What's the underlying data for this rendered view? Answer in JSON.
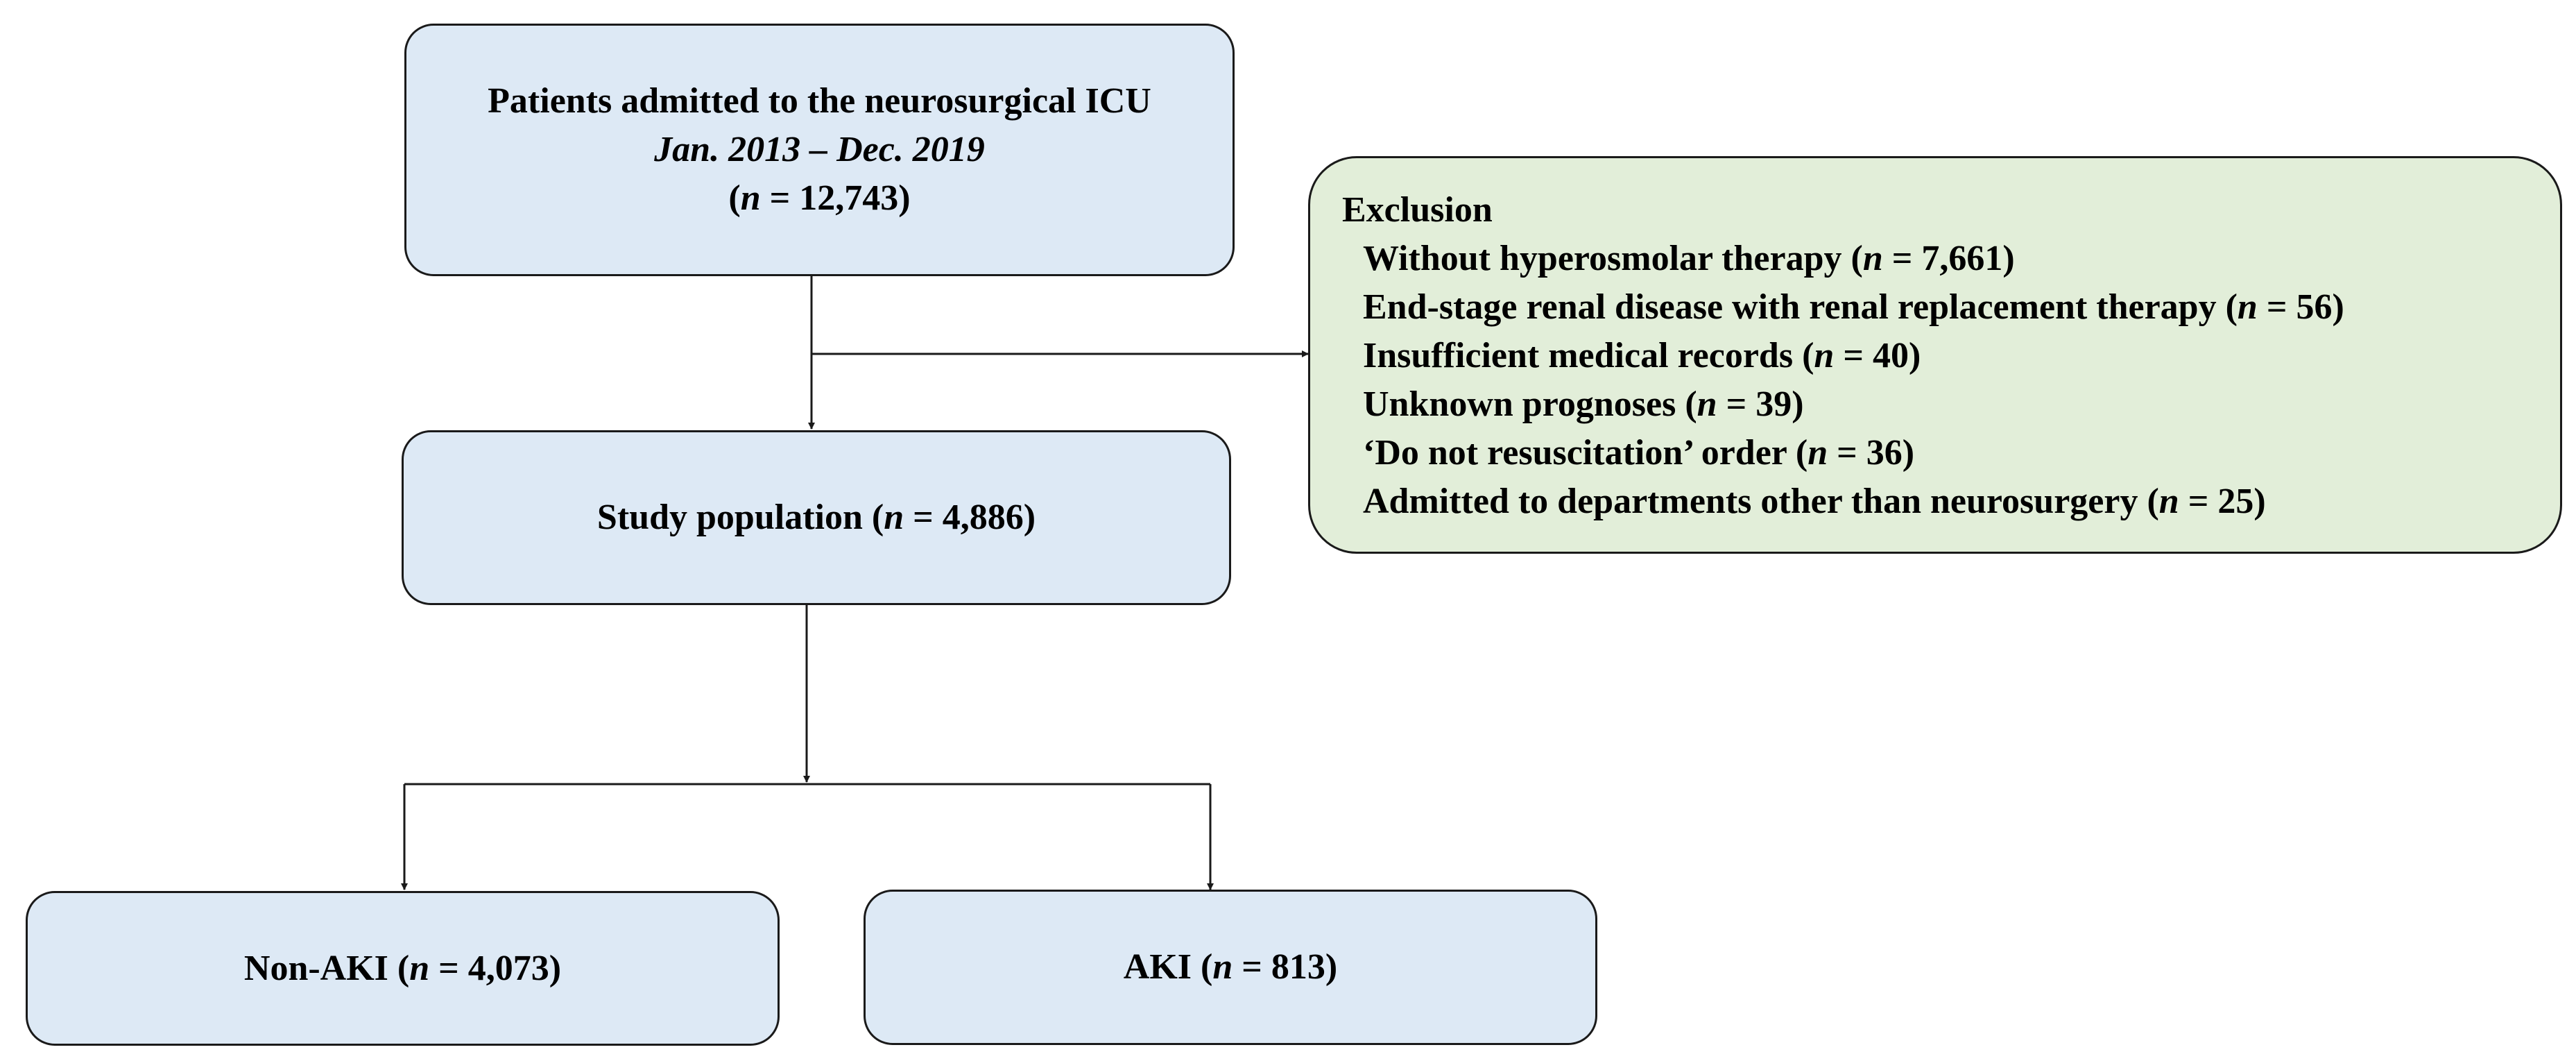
{
  "admitted": {
    "title": "Patients admitted to the neurosurgical ICU",
    "period": "Jan. 2013 – Dec. 2019",
    "n_open": "(",
    "n_var": "n",
    "n_rest": " = 12,743)"
  },
  "study": {
    "label": "Study population (",
    "n_var": "n",
    "n_rest": " = 4,886)"
  },
  "exclusion": {
    "heading": "Exclusion",
    "items": [
      {
        "pre": "Without hyperosmolar therapy (",
        "n_var": "n",
        "post": " = 7,661)"
      },
      {
        "pre": "End-stage renal disease with renal replacement therapy  (",
        "n_var": "n",
        "post": " = 56)"
      },
      {
        "pre": "Insufficient medical records (",
        "n_var": "n",
        "post": " = 40)"
      },
      {
        "pre": "Unknown prognoses (",
        "n_var": "n",
        "post": " = 39)"
      },
      {
        "pre": "‘Do not resuscitation’ order (",
        "n_var": "n",
        "post": " = 36)"
      },
      {
        "pre": "Admitted to departments other than neurosurgery (",
        "n_var": "n",
        "post": " = 25)"
      }
    ]
  },
  "non_aki": {
    "label": "Non-AKI (",
    "n_var": "n",
    "n_rest": " = 4,073)"
  },
  "aki": {
    "label": "AKI (",
    "n_var": "n",
    "n_rest": " = 813)"
  },
  "colors": {
    "main_box_fill": "#dde9f5",
    "exclusion_box_fill": "#e2eed9",
    "border": "#1a1a1a"
  }
}
